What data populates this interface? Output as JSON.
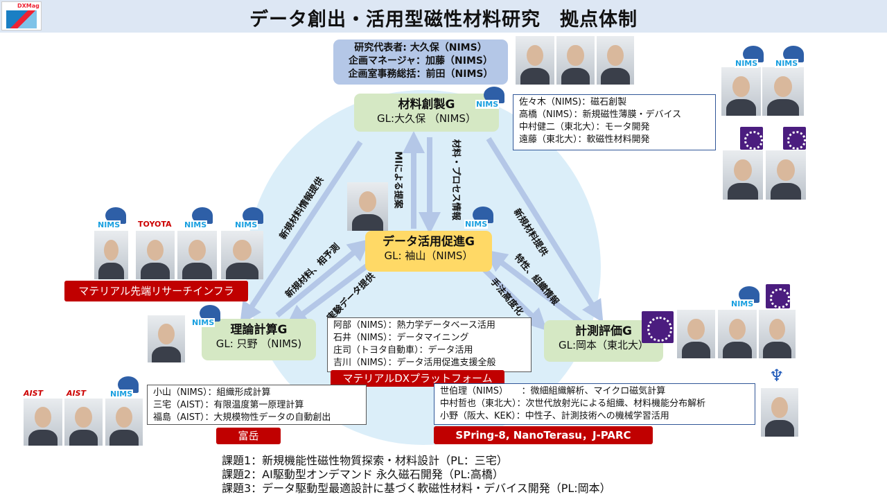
{
  "title": "データ創出・活用型磁性材料研究　拠点体制",
  "logo_text": "DXMag",
  "colors": {
    "circle": "#dbeef9",
    "green_box": "#d5e8c4",
    "yellow_box": "#ffd966",
    "red_label": "#c00000",
    "arrow": "#b4c7e7",
    "title_bar": "#dde7f4"
  },
  "leaders": [
    "研究代表者: 大久保（NIMS）",
    "企画マネージャ：加藤（NIMS）",
    "企画室事務総括：前田（NIMS）"
  ],
  "groups": {
    "materials": {
      "name": "材料創製G",
      "gl": "GL:大久保 （NIMS）",
      "members": [
        "佐々木（NIMS)：磁石創製",
        "高橋（NIMS）：新規磁性薄膜・デバイス",
        "中村健二（東北大）：モータ開発",
        "遠藤（東北大）：軟磁性材料開発"
      ]
    },
    "data": {
      "name": "データ活用促進G",
      "gl": "GL: 袖山（NIMS）",
      "members": [
        "阿部（NIMS）：熱力学データベース活用",
        "石井（NIMS）：データマイニング",
        "庄司（トヨタ自動車）：データ活用",
        "吉川（NIMS）：データ活用促進支援全般"
      ],
      "platform": "マテリアルDXプラットフォーム"
    },
    "theory": {
      "name": "理論計算G",
      "gl": "GL: 只野 （NIMS)",
      "members": [
        "小山（NIMS）：組織形成計算",
        "三宅（AIST）：有限温度第一原理計算",
        "福島（AIST）：大規模物性データの自動創出"
      ],
      "platform": "富岳"
    },
    "measure": {
      "name": "計測評価G",
      "gl": "GL:岡本（東北大）",
      "members": [
        "世伯理（NIMS）　　：微細組織解析、マイクロ磁気計算",
        "中村哲也（東北大）：次世代放射光による組織、材料機能分布解析",
        "小野（阪大、KEK）：中性子、計測技術への機械学習活用"
      ],
      "platform": "SPring-8, NanoTerasu，J-PARC"
    }
  },
  "infra_label": "マテリアル先端リサーチインフラ",
  "arrows": {
    "left_outer": "新規材料情報提供",
    "right_outer": "新規材料提供",
    "up": "MIによる提案",
    "down": "材料・プロセス情報",
    "theory_to_data": "新規材料、相予測",
    "data_to_theory": "実験データ提供",
    "data_to_measure": "手法高度化",
    "measure_to_data": "特性、組織情報"
  },
  "logos": {
    "nims": "NIMS",
    "toyota": "TOYOTA",
    "aist": "AIST"
  },
  "tasks": [
    "課題1：新規機能性磁性物質探索・材料設計（PL：三宅）",
    "課題2：AI駆動型オンデマンド 永久磁石開発（PL:高橋）",
    "課題3：データ駆動型最適設計に基づく軟磁性材料・デバイス開発（PL:岡本）"
  ]
}
